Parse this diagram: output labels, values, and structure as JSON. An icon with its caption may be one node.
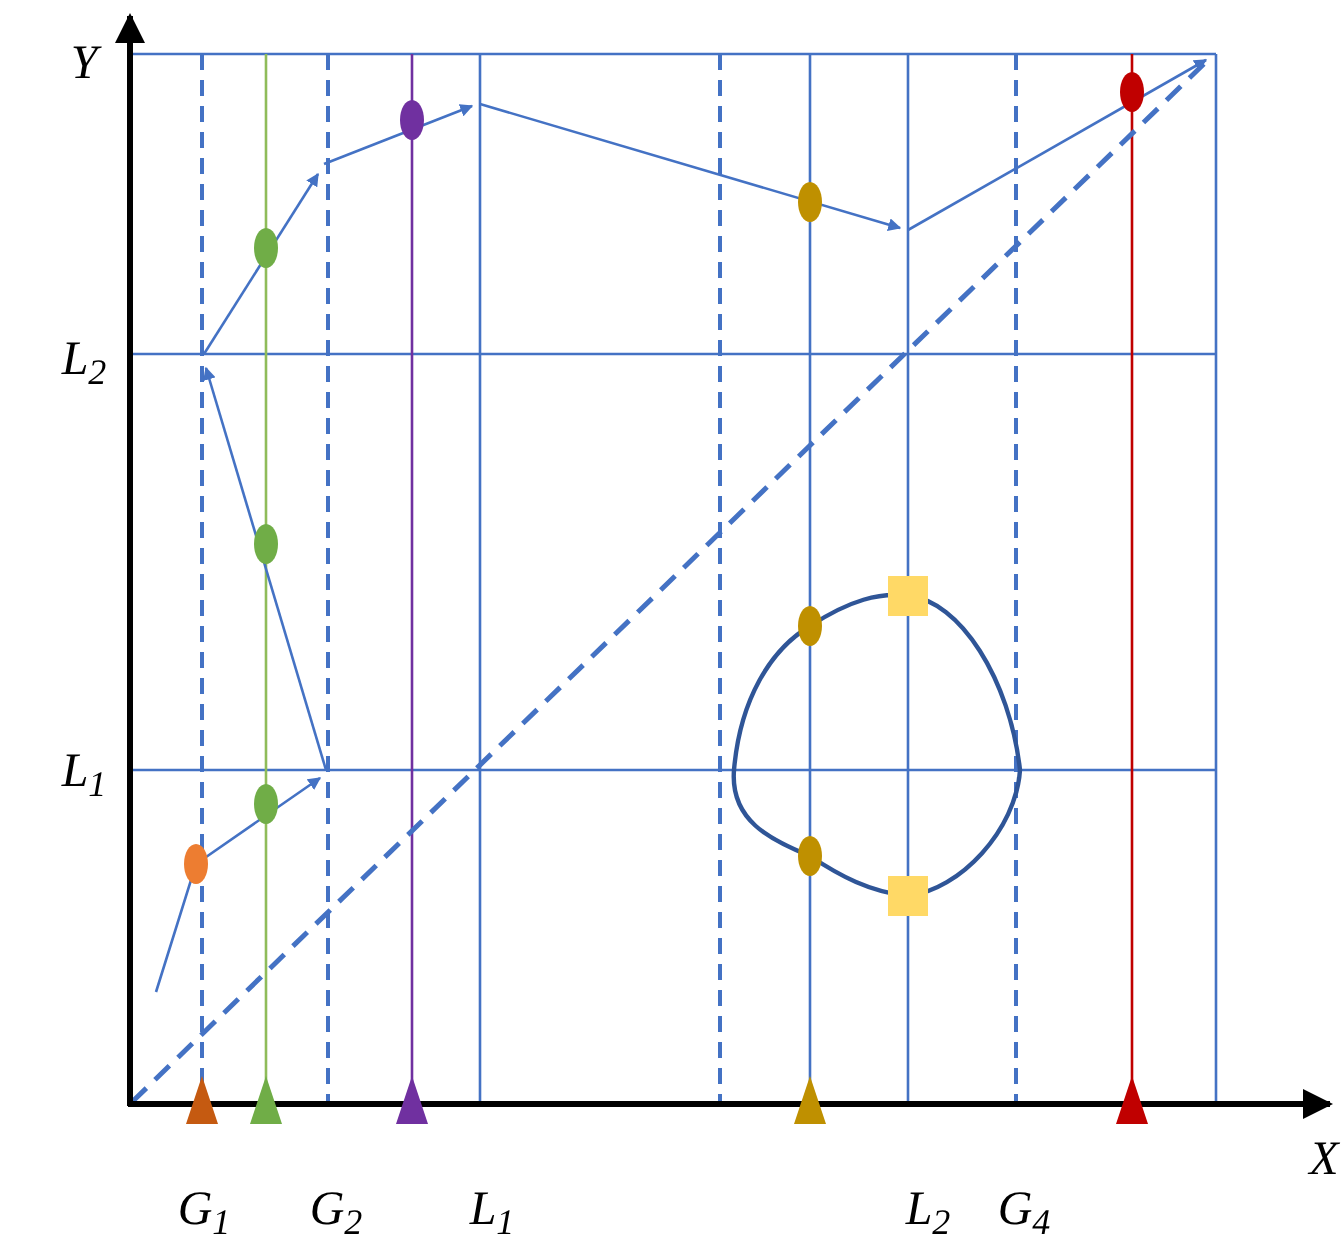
{
  "diagram": {
    "labels": [
      "Y",
      "L$_{2}$",
      "L$_{1}$",
      "X",
      "G$_{1}$",
      "G$_{2}$",
      "L$_{1}$",
      "L$_{2}$",
      "G$_{4}$"
    ]
  }
}
